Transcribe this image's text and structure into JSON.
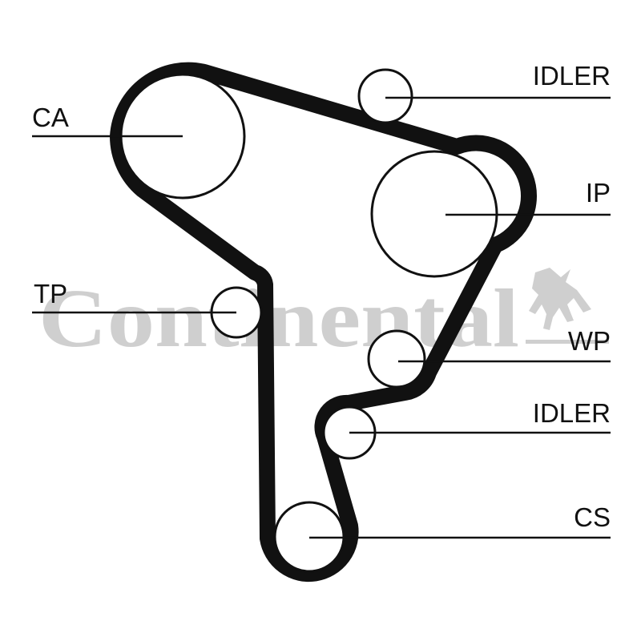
{
  "brand": {
    "watermark_text": "Continental",
    "watermark_color": "#cfcfcf"
  },
  "colors": {
    "belt": "#111111",
    "lines": "#111111",
    "background": "#ffffff"
  },
  "labels": {
    "ca": "CA",
    "idler_top": "IDLER",
    "ip": "IP",
    "tp": "TP",
    "wp": "WP",
    "idler_bottom": "IDLER",
    "cs": "CS"
  }
}
